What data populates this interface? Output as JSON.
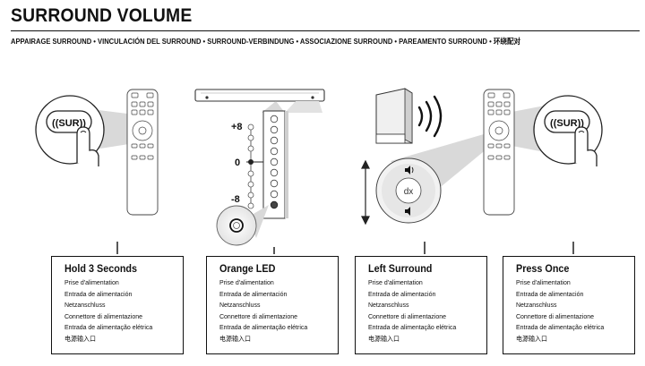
{
  "header": {
    "title": "SURROUND VOLUME",
    "subtitle": "APPAIRAGE SURROUND • VINCULACIÓN DEL SURROUND • SURROUND-VERBINDUNG • ASSOCIAZIONE SURROUND • PAREAMENTO SURROUND • 环绕配对"
  },
  "illustrations": {
    "remote_button_label": "((SUR))",
    "scale_top": "+8",
    "scale_mid": "0",
    "scale_bottom": "-8",
    "volume_icon": "speaker-icon",
    "center_icon": "dx"
  },
  "steps": [
    {
      "title": "Hold 3 Seconds",
      "lines": [
        "Prise d'alimentation",
        "Entrada de alimentación",
        "Netzanschluss",
        "Connettore di alimentazione",
        "Entrada de alimentação elétrica",
        "电源输入口"
      ]
    },
    {
      "title": "Orange LED",
      "lines": [
        "Prise d'alimentation",
        "Entrada de alimentación",
        "Netzanschluss",
        "Connettore di alimentazione",
        "Entrada de alimentação elétrica",
        "电源输入口"
      ]
    },
    {
      "title": "Left Surround",
      "lines": [
        "Prise d'alimentation",
        "Entrada de alimentación",
        "Netzanschluss",
        "Connettore di alimentazione",
        "Entrada de alimentação elétrica",
        "电源输入口"
      ]
    },
    {
      "title": "Press Once",
      "lines": [
        "Prise d'alimentation",
        "Entrada de alimentación",
        "Netzanschluss",
        "Connettore di alimentazione",
        "Entrada de alimentação elétrica",
        "电源输入口"
      ]
    }
  ]
}
